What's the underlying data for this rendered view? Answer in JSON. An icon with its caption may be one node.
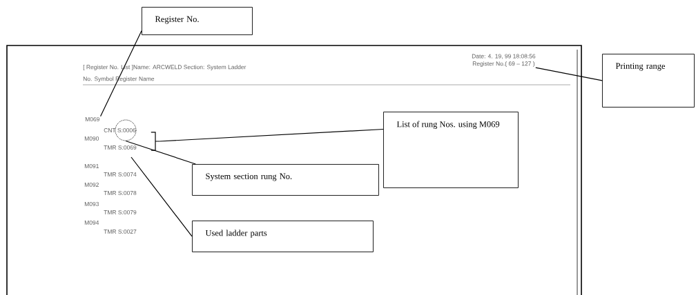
{
  "diagram": {
    "nodes": [
      {
        "text": [
          "[ Register No. List ]Name: ARCWELD  Section: System Ladder",
          "Date: 4. 19, 99 18:08:56",
          "No.  Symbol  Register Name"
        ]
      },
      {
        "text": [
          "M069"
        ],
        "in": 0
      },
      {
        "text": [
          "Register No.( 69 – 127 )"
        ],
        "in": 0
      },
      {
        "text": [],
        "shape": "circle",
        "in": 0
      },
      {
        "text": [],
        "shape": "bracket",
        "in": 0
      },
      {
        "text": [
          "Register No."
        ]
      },
      {
        "text": [
          "Printing range"
        ]
      },
      {
        "text": [
          "List of rung Nos. using M069"
        ],
        "in": 0
      },
      {
        "text": [
          "System section rung No."
        ],
        "in": 0
      },
      {
        "text": [
          "Used ladder parts"
        ],
        "in": 0
      }
    ],
    "edges": [
      {
        "from": 5,
        "to": 1,
        "arrow": "none"
      },
      {
        "from": 6,
        "to": 2,
        "arrow": "none"
      },
      {
        "from": 7,
        "to": 4,
        "arrow": "none"
      },
      {
        "from": 8,
        "to": 3,
        "arrow": "none"
      },
      {
        "from": 9,
        "to": null,
        "arrow": "none"
      }
    ],
    "labels": [
      "CNT S:0006",
      "M090",
      "TMR S:0069",
      "M091",
      "TMR S:0074",
      "M092",
      "TMR S:0078",
      "M093",
      "TMR S:0079",
      "M094",
      "TMR S:0027"
    ]
  }
}
